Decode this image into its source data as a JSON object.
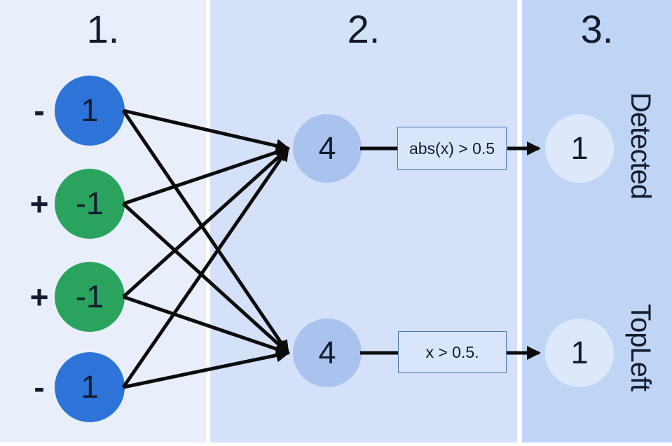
{
  "diagram": {
    "columns": [
      {
        "label": "1."
      },
      {
        "label": "2."
      },
      {
        "label": "3."
      }
    ],
    "input_nodes": [
      {
        "sign": "-",
        "value": "1",
        "color": "#2d73d8"
      },
      {
        "sign": "+",
        "value": "-1",
        "color": "#2aa35e"
      },
      {
        "sign": "+",
        "value": "-1",
        "color": "#2aa35e"
      },
      {
        "sign": "-",
        "value": "1",
        "color": "#2d73d8"
      }
    ],
    "hidden_nodes": [
      {
        "value": "4",
        "condition": "abs(x) > 0.5"
      },
      {
        "value": "4",
        "condition": "x > 0.5."
      }
    ],
    "output_nodes": [
      {
        "value": "1",
        "label": "Detected"
      },
      {
        "value": "1",
        "label": "TopLeft"
      }
    ],
    "colors": {
      "column1_bg": "#e8eefa",
      "column2_bg": "#d4e1f8",
      "column3_bg": "#bfd5f6",
      "input_blue": "#2d73d8",
      "input_green": "#2aa35e",
      "hidden_node_fill": "#a9c3ee",
      "output_node_fill": "#dde8fa",
      "condition_box_fill": "#d9e5fa",
      "condition_box_border": "#4a78b0",
      "wire": "#0c0c0c",
      "text": "#141b2b"
    }
  }
}
